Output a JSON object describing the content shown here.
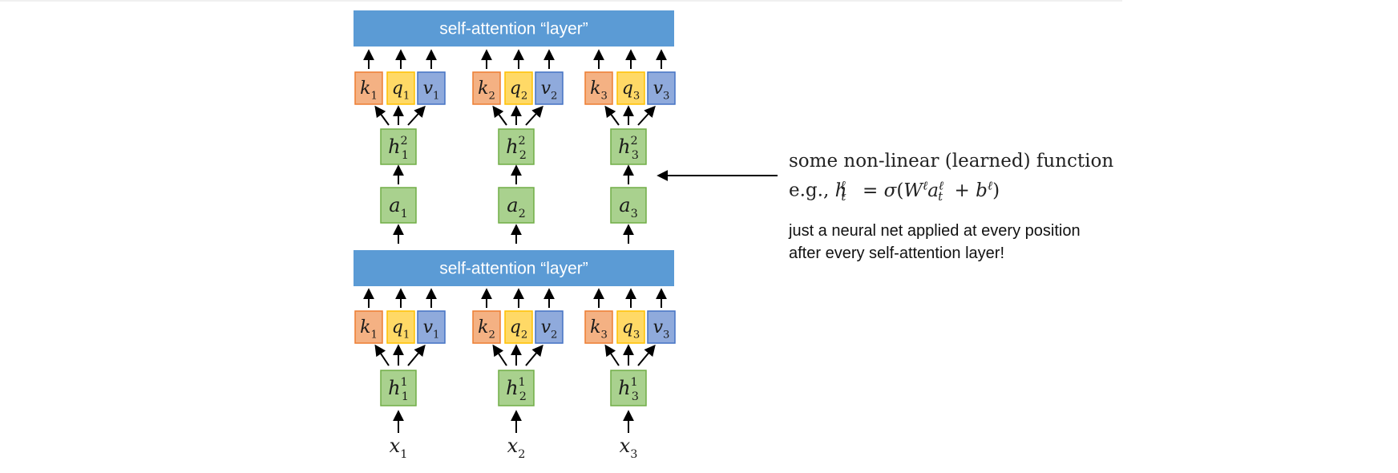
{
  "layers": [
    {
      "label": "self-attention “layer”",
      "inputs": [
        {
          "sym": "h",
          "sub": "1",
          "sup": "1"
        },
        {
          "sym": "h",
          "sub": "2",
          "sup": "1"
        },
        {
          "sym": "h",
          "sub": "3",
          "sup": "1"
        }
      ],
      "kqv": [
        [
          {
            "sym": "k",
            "sub": "1"
          },
          {
            "sym": "q",
            "sub": "1"
          },
          {
            "sym": "v",
            "sub": "1"
          }
        ],
        [
          {
            "sym": "k",
            "sub": "2"
          },
          {
            "sym": "q",
            "sub": "2"
          },
          {
            "sym": "v",
            "sub": "2"
          }
        ],
        [
          {
            "sym": "k",
            "sub": "3"
          },
          {
            "sym": "q",
            "sub": "3"
          },
          {
            "sym": "v",
            "sub": "3"
          }
        ]
      ]
    },
    {
      "label": "self-attention “layer”",
      "inputs": [
        {
          "sym": "h",
          "sub": "1",
          "sup": "2"
        },
        {
          "sym": "h",
          "sub": "2",
          "sup": "2"
        },
        {
          "sym": "h",
          "sub": "3",
          "sup": "2"
        }
      ],
      "kqv": [
        [
          {
            "sym": "k",
            "sub": "1"
          },
          {
            "sym": "q",
            "sub": "1"
          },
          {
            "sym": "v",
            "sub": "1"
          }
        ],
        [
          {
            "sym": "k",
            "sub": "2"
          },
          {
            "sym": "q",
            "sub": "2"
          },
          {
            "sym": "v",
            "sub": "2"
          }
        ],
        [
          {
            "sym": "k",
            "sub": "3"
          },
          {
            "sym": "q",
            "sub": "3"
          },
          {
            "sym": "v",
            "sub": "3"
          }
        ]
      ]
    }
  ],
  "outputs": [
    {
      "sym": "a",
      "sub": "1"
    },
    {
      "sym": "a",
      "sub": "2"
    },
    {
      "sym": "a",
      "sub": "3"
    }
  ],
  "token_inputs": [
    {
      "sym": "x",
      "sub": "1"
    },
    {
      "sym": "x",
      "sub": "2"
    },
    {
      "sym": "x",
      "sub": "3"
    }
  ],
  "annotation": {
    "function_title": "some non-linear (learned) function",
    "equation_prefix": "e.g.,",
    "note_line1": "just a neural net applied at every position",
    "note_line2": "after every self-attention layer!"
  },
  "colors": {
    "bar": "#5b9bd5",
    "k_fill": "#f4b183",
    "k_stroke": "#ed7d31",
    "q_fill": "#ffd966",
    "q_stroke": "#ffc000",
    "v_fill": "#8faadc",
    "v_stroke": "#4472c4",
    "node_fill": "#a9d18e",
    "node_stroke": "#70ad47"
  }
}
